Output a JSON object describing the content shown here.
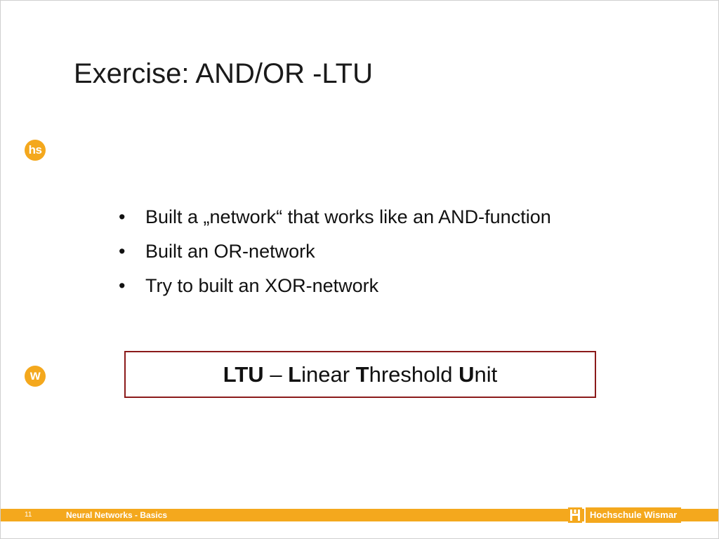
{
  "slide": {
    "title": "Exercise: AND/OR -LTU",
    "logo_top": "hs",
    "logo_bottom": "w",
    "bullets": [
      "Built a „network“ that works like an AND-function",
      "Built an OR-network",
      "Try to built an XOR-network"
    ],
    "ltu_definition": {
      "abbr": "LTU",
      "dash": " – ",
      "w1_initial": "L",
      "w1_rest": "inear ",
      "w2_initial": "T",
      "w2_rest": "hreshold ",
      "w3_initial": "U",
      "w3_rest": "nit"
    }
  },
  "footer": {
    "page_number": "11",
    "course_title": "Neural Networks - Basics",
    "brand_name": "Hochschule Wismar"
  },
  "colors": {
    "accent": "#f4a81d",
    "box_border": "#8b1a1a"
  }
}
